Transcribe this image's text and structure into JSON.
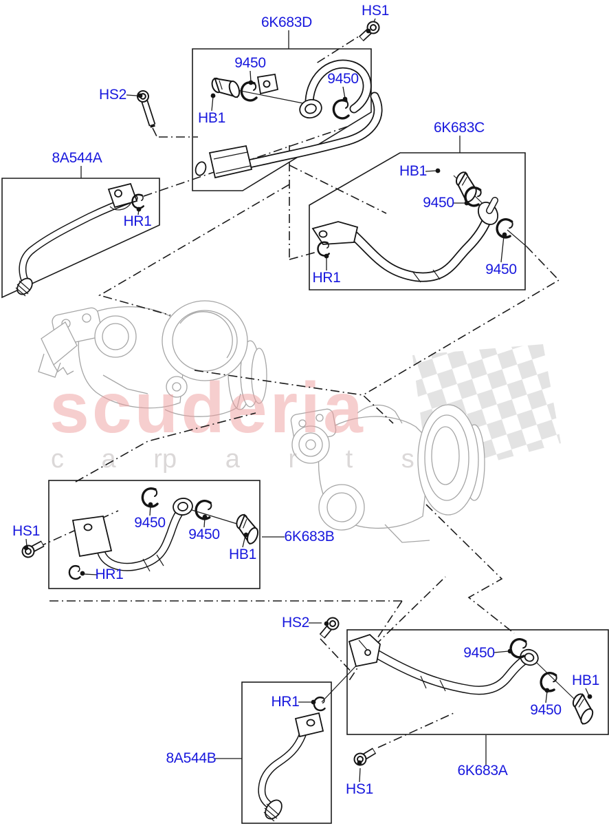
{
  "watermark": {
    "brand": "scuderia",
    "tagline_left": "c a r",
    "tagline_right": "p a r t s"
  },
  "colors": {
    "callout_blue": "#1717dd",
    "line_black": "#1a1a1a",
    "turbo_gray": "#a5a5a5",
    "watermark_pink": "#ef9f9f",
    "watermark_gray": "#b9b2b2",
    "flag_gray": "#e0e0e0"
  },
  "labels": {
    "hose_d": "6K683D",
    "hs1_top": "HS1",
    "c9450_d1": "9450",
    "c9450_d2": "9450",
    "hs2_top": "HS2",
    "hb1_d": "HB1",
    "hose_c": "6K683C",
    "pipe_a": "8A544A",
    "hb1_c": "HB1",
    "c9450_c1": "9450",
    "hr1_a": "HR1",
    "hr1_c": "HR1",
    "c9450_c2": "9450",
    "hs1_b": "HS1",
    "c9450_b1": "9450",
    "c9450_b2": "9450",
    "hose_b": "6K683B",
    "hb1_b": "HB1",
    "hr1_b": "HR1",
    "hs2_bot": "HS2",
    "c9450_a1": "9450",
    "hb1_a": "HB1",
    "hr1_s": "HR1",
    "c9450_a2": "9450",
    "pipe_b": "8A544B",
    "hose_a": "6K683A",
    "hs1_bot": "HS1"
  }
}
